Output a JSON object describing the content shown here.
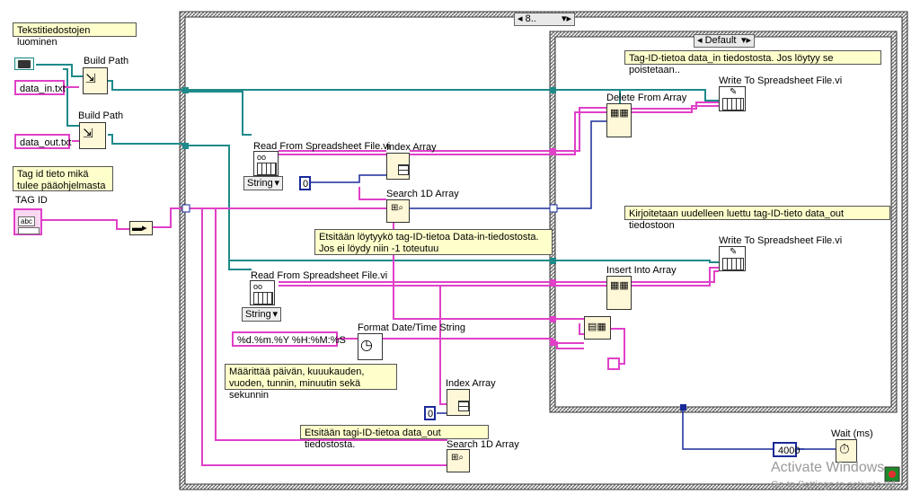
{
  "notes": {
    "create_text_files": "Tekstitiedostojen luominen",
    "tag_id_from_main": "Tag id tieto mikä tulee pääohjelmasta",
    "data_in_note": "Tag-ID-tietoa data_in tiedostosta. Jos löytyy se poistetaan..",
    "rewrite_note": "Kirjoitetaan uudelleen luettu tag-ID-tieto data_out tiedostoon",
    "search_data_in_note": "Etsitään löytyykö tag-ID-tietoa Data-in-tiedostosta. Jos ei löydy niin -1 toteutuu",
    "date_note": "Määrittää päivän, kuuukauden, vuoden, tunnin, minuutin sekä sekunnin",
    "search_data_out_note": "Etsitään tagi-ID-tietoa data_out tiedostosta."
  },
  "labels": {
    "build_path_1": "Build Path",
    "build_path_2": "Build Path",
    "tag_id": "TAG ID",
    "read_spreadsheet_1": "Read From Spreadsheet File.vi",
    "read_spreadsheet_2": "Read From Spreadsheet File.vi",
    "index_array_1": "Index Array",
    "index_array_2": "Index Array",
    "search_1d_1": "Search 1D Array",
    "search_1d_2": "Search 1D Array",
    "delete_from_array": "Delete From Array",
    "insert_into_array": "Insert Into Array",
    "write_spreadsheet_1": "Write To Spreadsheet File.vi",
    "write_spreadsheet_2": "Write To Spreadsheet File.vi",
    "format_datetime": "Format Date/Time String",
    "wait_ms": "Wait (ms)"
  },
  "constants": {
    "data_in": "data_in.txt",
    "data_out": "data_out.txt",
    "zero_1": "0",
    "zero_2": "0",
    "format_string": "%d.%m.%Y %H:%M:%S",
    "wait_value": "4000",
    "string_ring_1": "String",
    "string_ring_2": "String",
    "tag_control_text": "abc"
  },
  "structures": {
    "outer_case_selector": "8..",
    "inner_case_selector": "Default"
  },
  "watermark": {
    "line1": "Activate Windows",
    "line2": "Go to Settings to activate Wi"
  },
  "colors": {
    "string_wire": "#e040c8",
    "path_wire": "#1e8a8a",
    "numeric_wire": "#1a2a9a",
    "note_bg": "#ffffcc"
  }
}
